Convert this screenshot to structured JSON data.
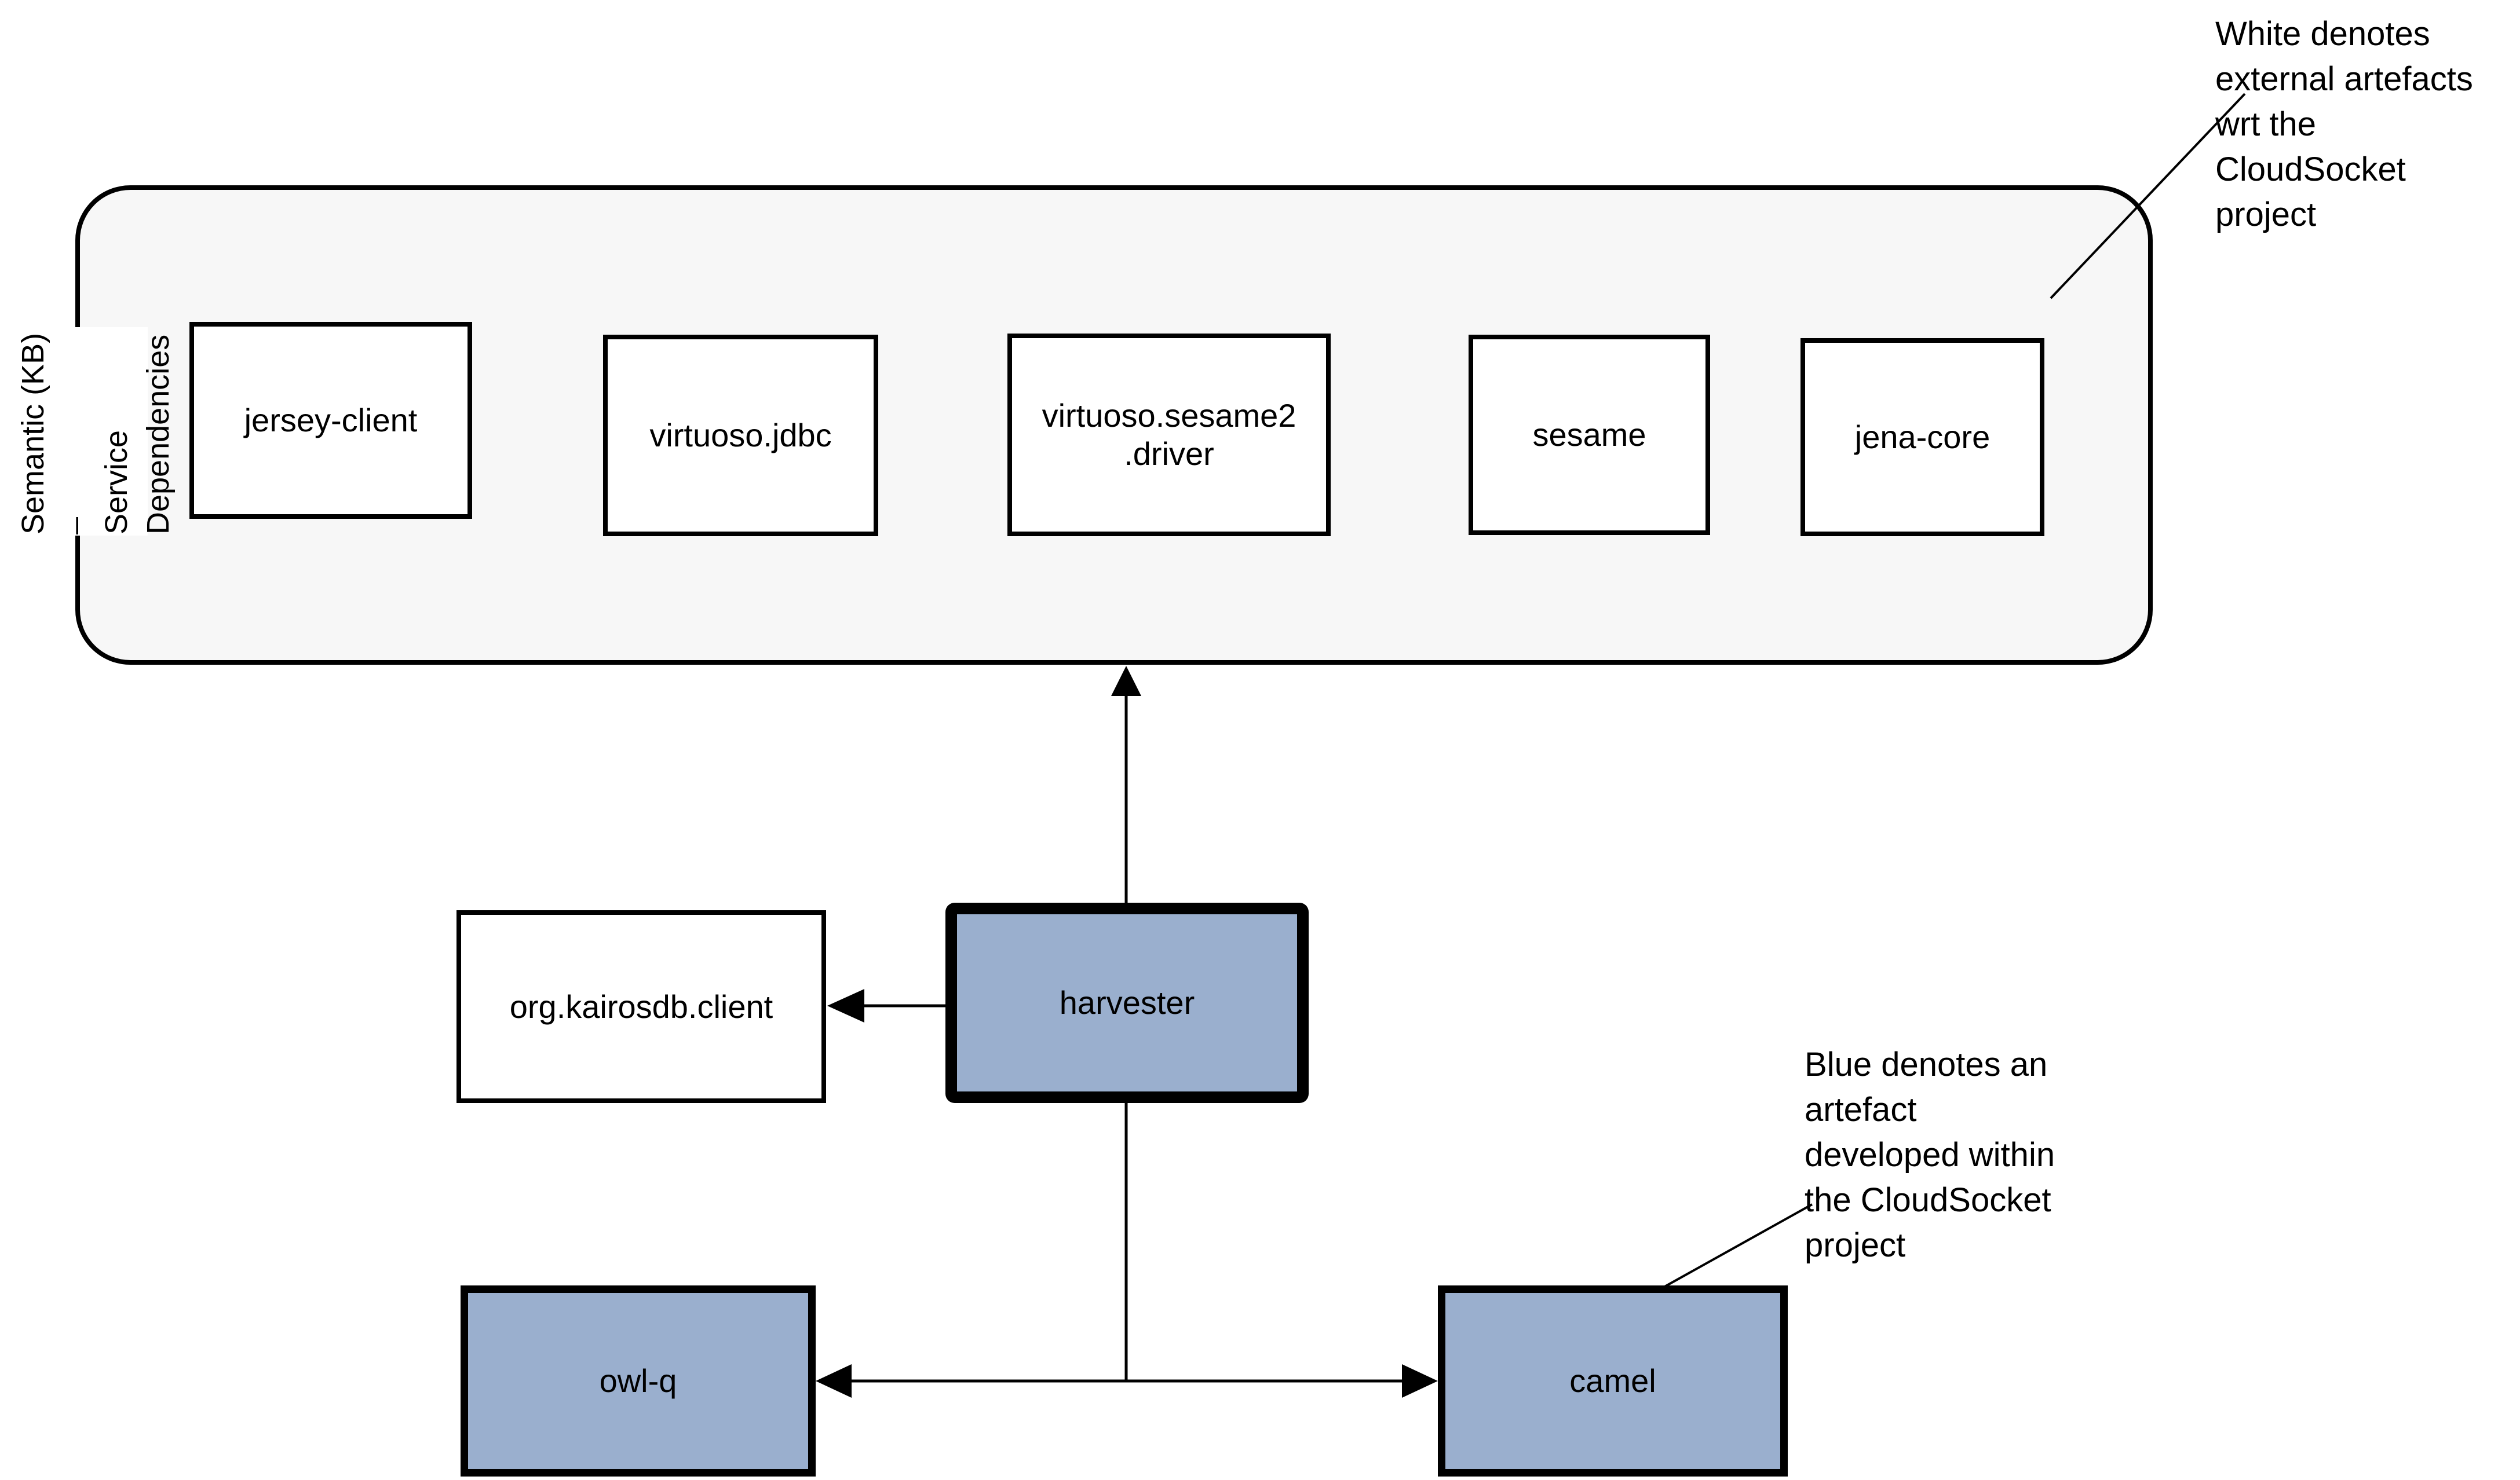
{
  "kb_group": {
    "label": "Semantic (KB) –\nService\nDependencies",
    "boxes": [
      {
        "label": "jersey-client"
      },
      {
        "label": "virtuoso.jdbc"
      },
      {
        "label": "virtuoso.sesame2\n.driver"
      },
      {
        "label": "sesame"
      },
      {
        "label": "jena-core"
      }
    ]
  },
  "nodes": {
    "kairosdb": {
      "label": "org.kairosdb.client",
      "type": "external"
    },
    "harvester": {
      "label": "harvester",
      "type": "internal"
    },
    "owlq": {
      "label": "owl-q",
      "type": "internal"
    },
    "camel": {
      "label": "camel",
      "type": "internal"
    }
  },
  "annotations": {
    "white_note": "White denotes\nexternal artefacts\nwrt the\nCloudSocket\nproject",
    "blue_note": "Blue denotes an\nartefact\ndeveloped within\nthe CloudSocket\nproject"
  },
  "colors": {
    "internal_fill": "#9aafce",
    "external_fill": "#ffffff",
    "group_fill": "#f7f7f7",
    "line": "#000000"
  }
}
